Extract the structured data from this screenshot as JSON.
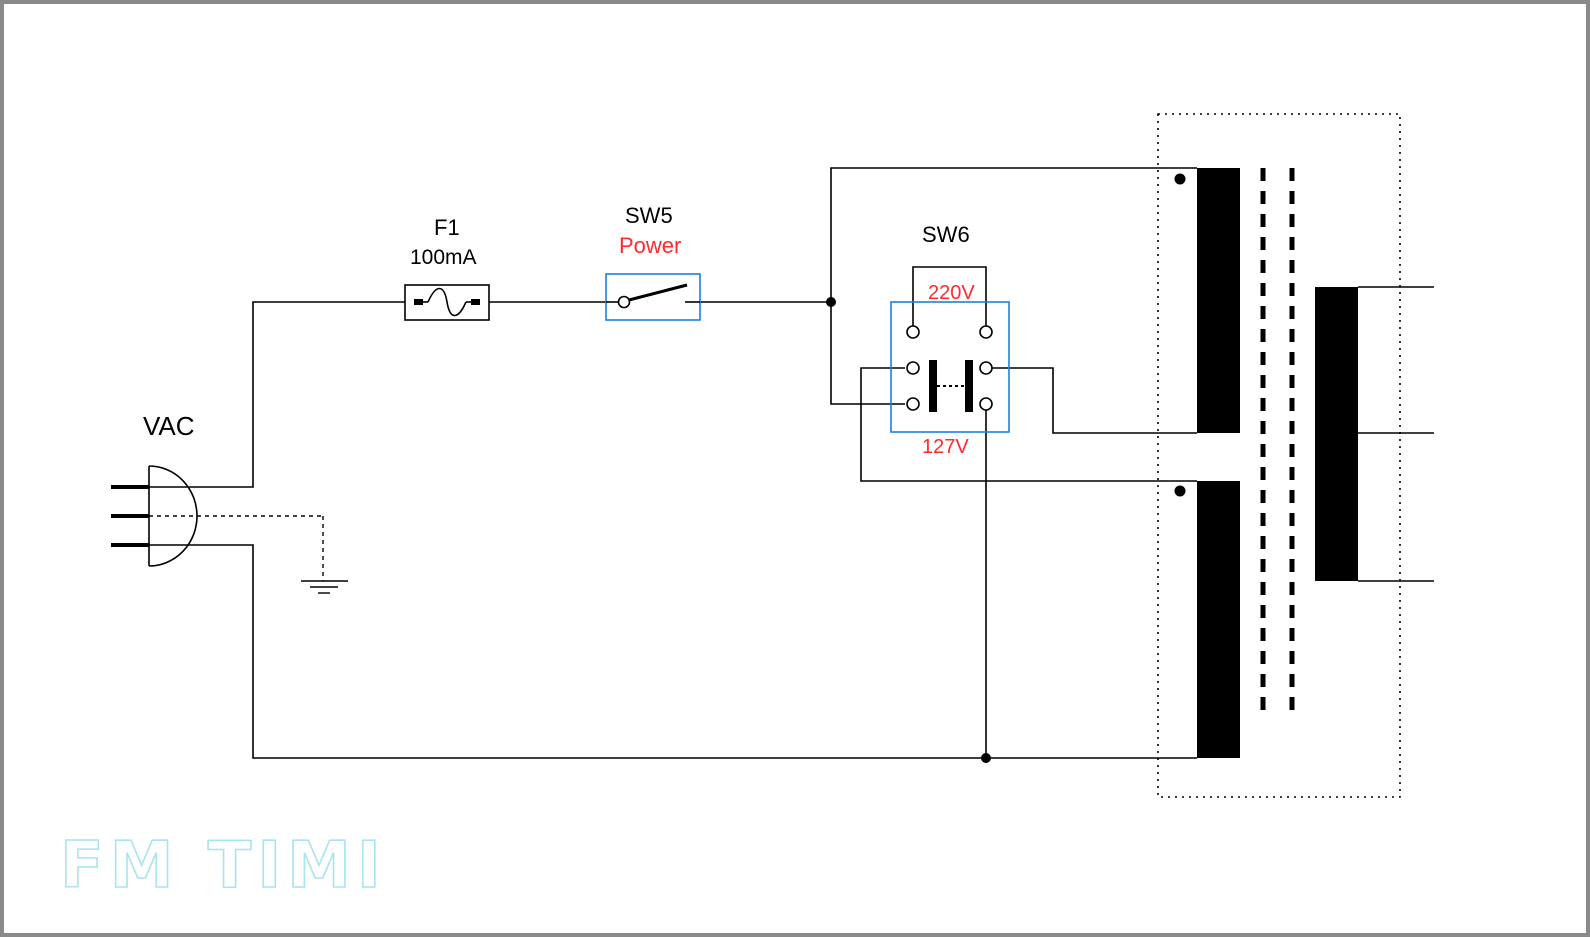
{
  "labels": {
    "vac": "VAC",
    "f1_ref": "F1",
    "f1_value": "100mA",
    "sw5_ref": "SW5",
    "sw5_name": "Power",
    "sw6_ref": "SW6",
    "sw6_220": "220V",
    "sw6_127": "127V"
  },
  "watermark": "FM TIMI",
  "colors": {
    "wire": "#000000",
    "highlight_box": "#1e7fe0",
    "red_label": "#ff2a2a",
    "watermark": "#a8e4ef",
    "frame": "#8a8a8a"
  }
}
